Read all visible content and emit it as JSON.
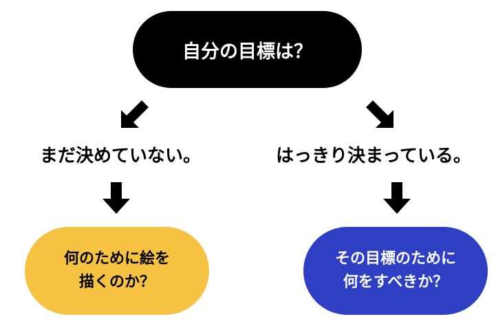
{
  "top_node": {
    "text": "自分の目標は？"
  },
  "left_branch": {
    "label": "まだ決めていない。",
    "result_line1": "何のために絵を",
    "result_line2": "描くのか？"
  },
  "right_branch": {
    "label": "はっきり決まっている。",
    "result_line1": "その目標のために",
    "result_line2": "何をすべきか？"
  },
  "colors": {
    "top_fill": "#000000",
    "left_fill": "#f5c242",
    "right_fill": "#2f3fc4",
    "arrow": "#000000"
  },
  "icons": [
    "arrow-down-left-icon",
    "arrow-down-right-icon",
    "arrow-down-icon"
  ]
}
